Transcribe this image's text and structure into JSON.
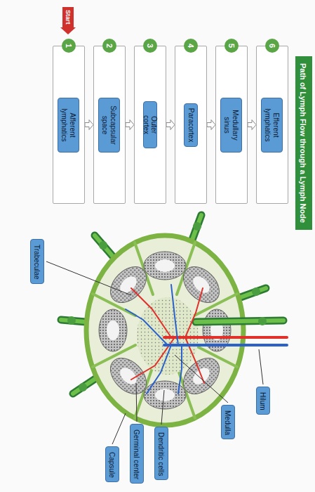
{
  "diagram": {
    "title": "Path of Lymph Flow through a Lymph Node",
    "nodes": [
      {
        "text": [
          "1"
        ]
      },
      {
        "text": [
          "Afferent lymphatics"
        ],
        "in": 0
      },
      {
        "text": [
          "2"
        ]
      },
      {
        "text": [
          "Subcapsular space"
        ],
        "in": 2
      },
      {
        "text": [
          "3"
        ]
      },
      {
        "text": [
          "Outer cortex"
        ],
        "in": 4
      },
      {
        "text": [
          "4"
        ]
      },
      {
        "text": [
          "Paracortex"
        ],
        "in": 6
      },
      {
        "text": [
          "5"
        ]
      },
      {
        "text": [
          "Medullary sinus"
        ],
        "in": 8
      },
      {
        "text": [
          "6"
        ]
      },
      {
        "text": [
          "Efferent lymphatics"
        ],
        "in": 10
      },
      {
        "text": [
          "Trabeculae"
        ]
      },
      {
        "text": [
          "Hilum"
        ]
      },
      {
        "text": [
          "Medulla"
        ]
      },
      {
        "text": [
          "Capsule"
        ]
      },
      {
        "text": [
          "Germinal center"
        ]
      },
      {
        "text": [
          "Dendritic cells"
        ]
      }
    ],
    "edges": [
      {
        "from": 0,
        "to": 2,
        "arrow": "to"
      },
      {
        "from": 2,
        "to": 4,
        "arrow": "to"
      },
      {
        "from": 4,
        "to": 6,
        "arrow": "to"
      },
      {
        "from": 6,
        "to": 8,
        "arrow": "to"
      },
      {
        "from": 8,
        "to": 10,
        "arrow": "to"
      }
    ],
    "labels": [
      "Start"
    ]
  }
}
